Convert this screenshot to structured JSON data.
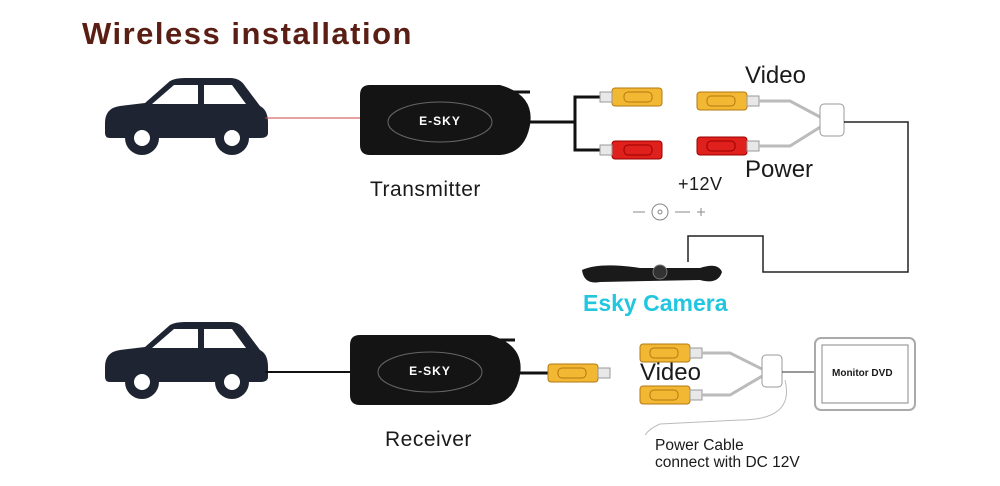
{
  "title": "Wireless installation",
  "transmitter": {
    "label": "Transmitter",
    "brand": "E-SKY"
  },
  "receiver": {
    "label": "Receiver",
    "brand": "E-SKY"
  },
  "labels": {
    "video_top": "Video",
    "power": "Power",
    "voltage": "+12V",
    "camera": "Esky Camera",
    "video_bottom": "Video",
    "monitor": "Monitor DVD",
    "power_cable_line1": "Power Cable",
    "power_cable_line2": "connect with DC 12V"
  },
  "colors": {
    "title": "#5a1e14",
    "camera": "#22c6de",
    "rca_yellow": "#f2b733",
    "rca_red": "#e0201c"
  }
}
